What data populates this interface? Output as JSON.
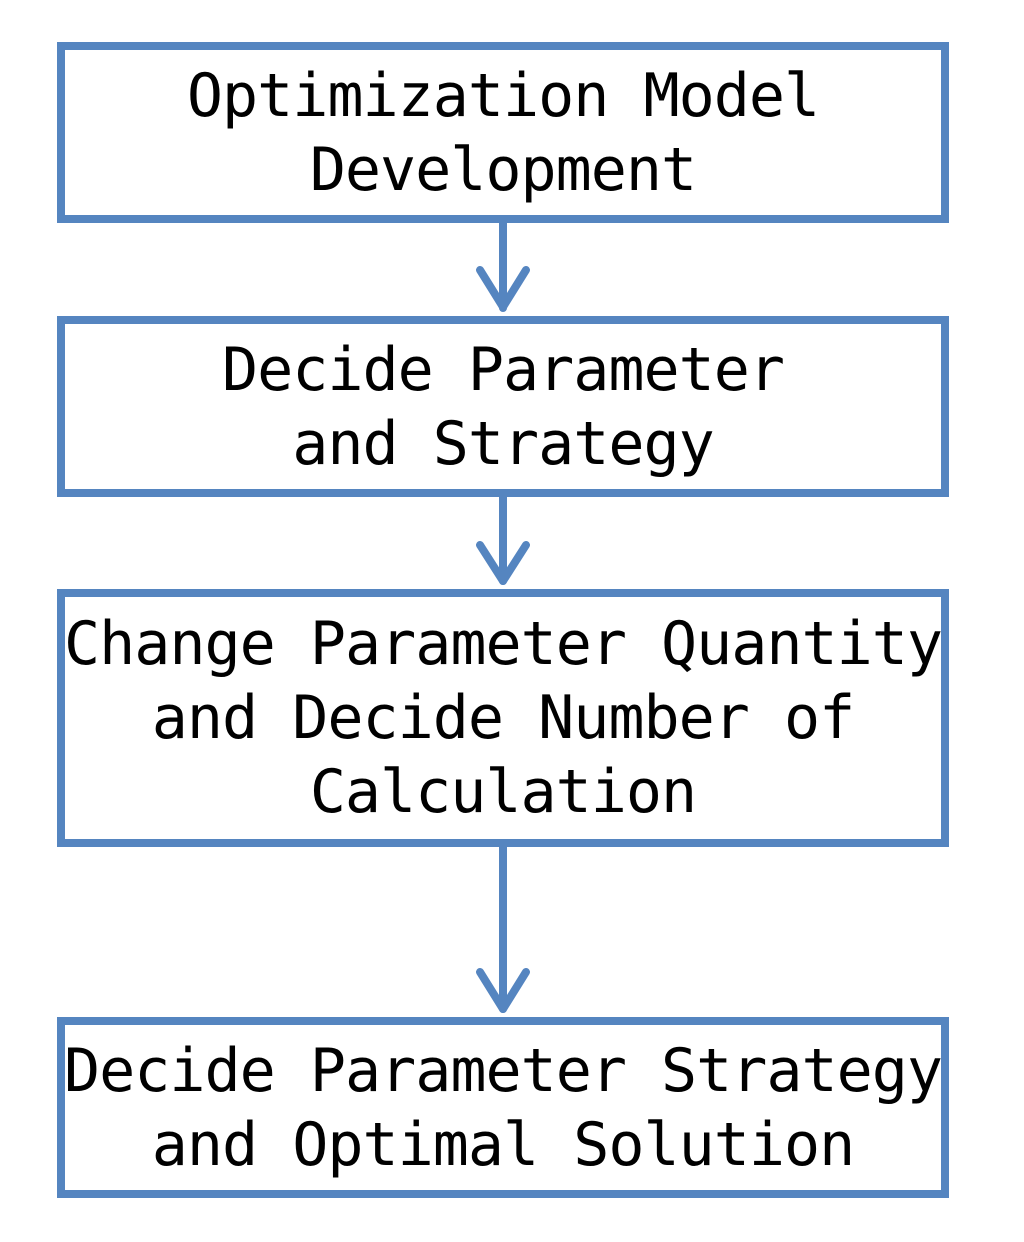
{
  "colors": {
    "box_border": "#5585C0",
    "arrow": "#5585C0",
    "text": "#000000",
    "background": "#FFFFFF"
  },
  "steps": [
    {
      "lines": [
        "Optimization Model",
        "Development"
      ]
    },
    {
      "lines": [
        "Decide Parameter",
        "and Strategy"
      ]
    },
    {
      "lines": [
        "Change Parameter Quantity",
        "and Decide Number of",
        "Calculation"
      ]
    },
    {
      "lines": [
        "Decide Parameter Strategy",
        "and Optimal Solution"
      ]
    }
  ]
}
